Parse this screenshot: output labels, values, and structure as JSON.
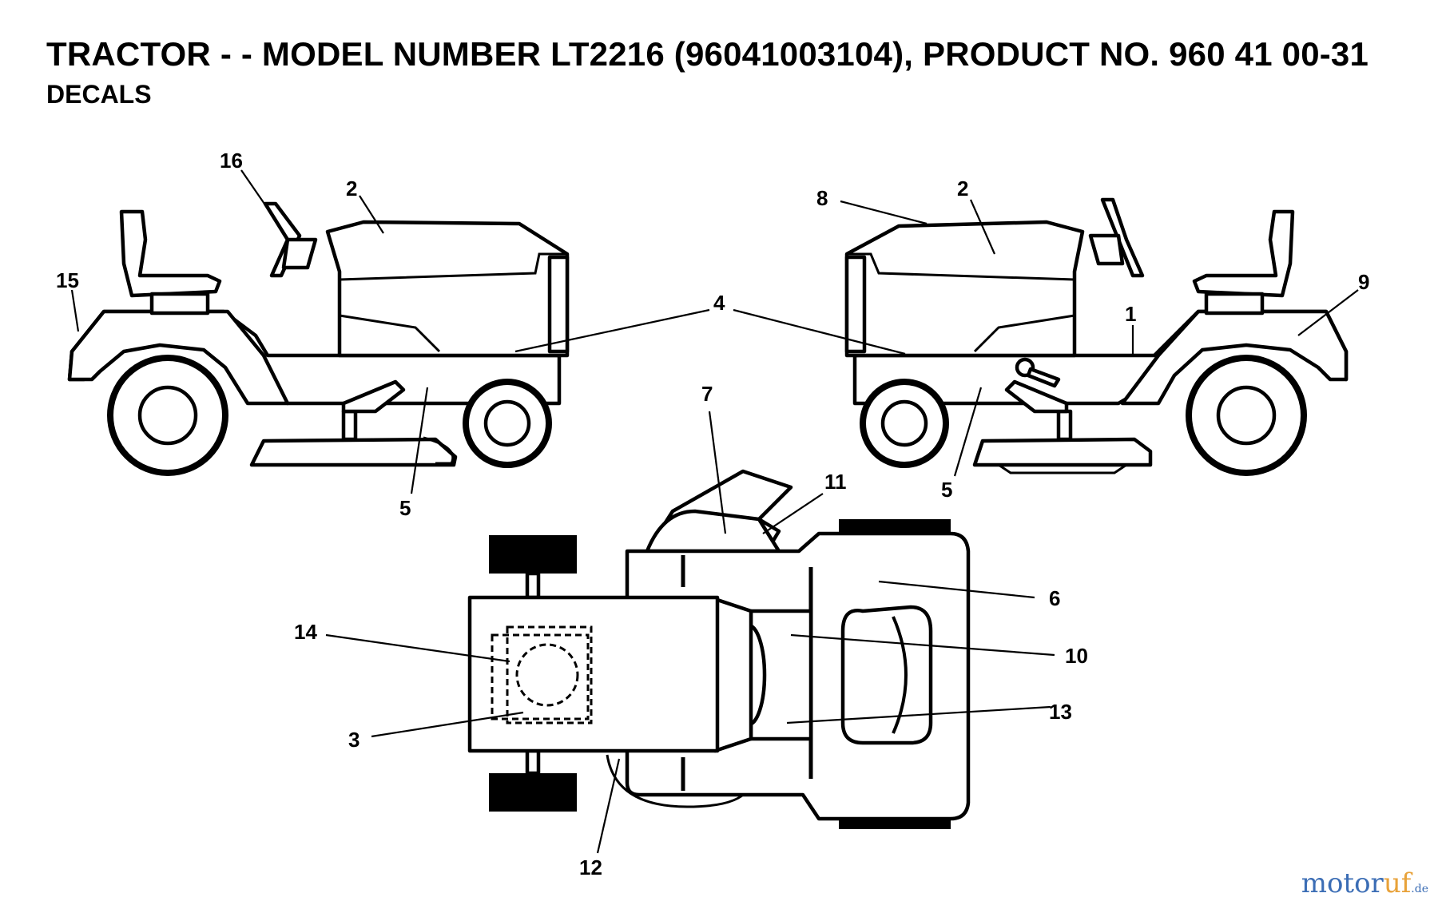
{
  "title": "TRACTOR - - MODEL NUMBER LT2216 (96041003104), PRODUCT NO. 960 41 00-31",
  "subtitle": "DECALS",
  "callouts": {
    "c1": "1",
    "c2a": "2",
    "c2b": "2",
    "c3": "3",
    "c4": "4",
    "c5a": "5",
    "c5b": "5",
    "c6": "6",
    "c7": "7",
    "c8": "8",
    "c9": "9",
    "c10": "10",
    "c11": "11",
    "c12": "12",
    "c13": "13",
    "c14": "14",
    "c15": "15",
    "c16": "16"
  },
  "watermark": {
    "part_a": "motor",
    "part_b": "uf",
    "part_c": ".de"
  }
}
